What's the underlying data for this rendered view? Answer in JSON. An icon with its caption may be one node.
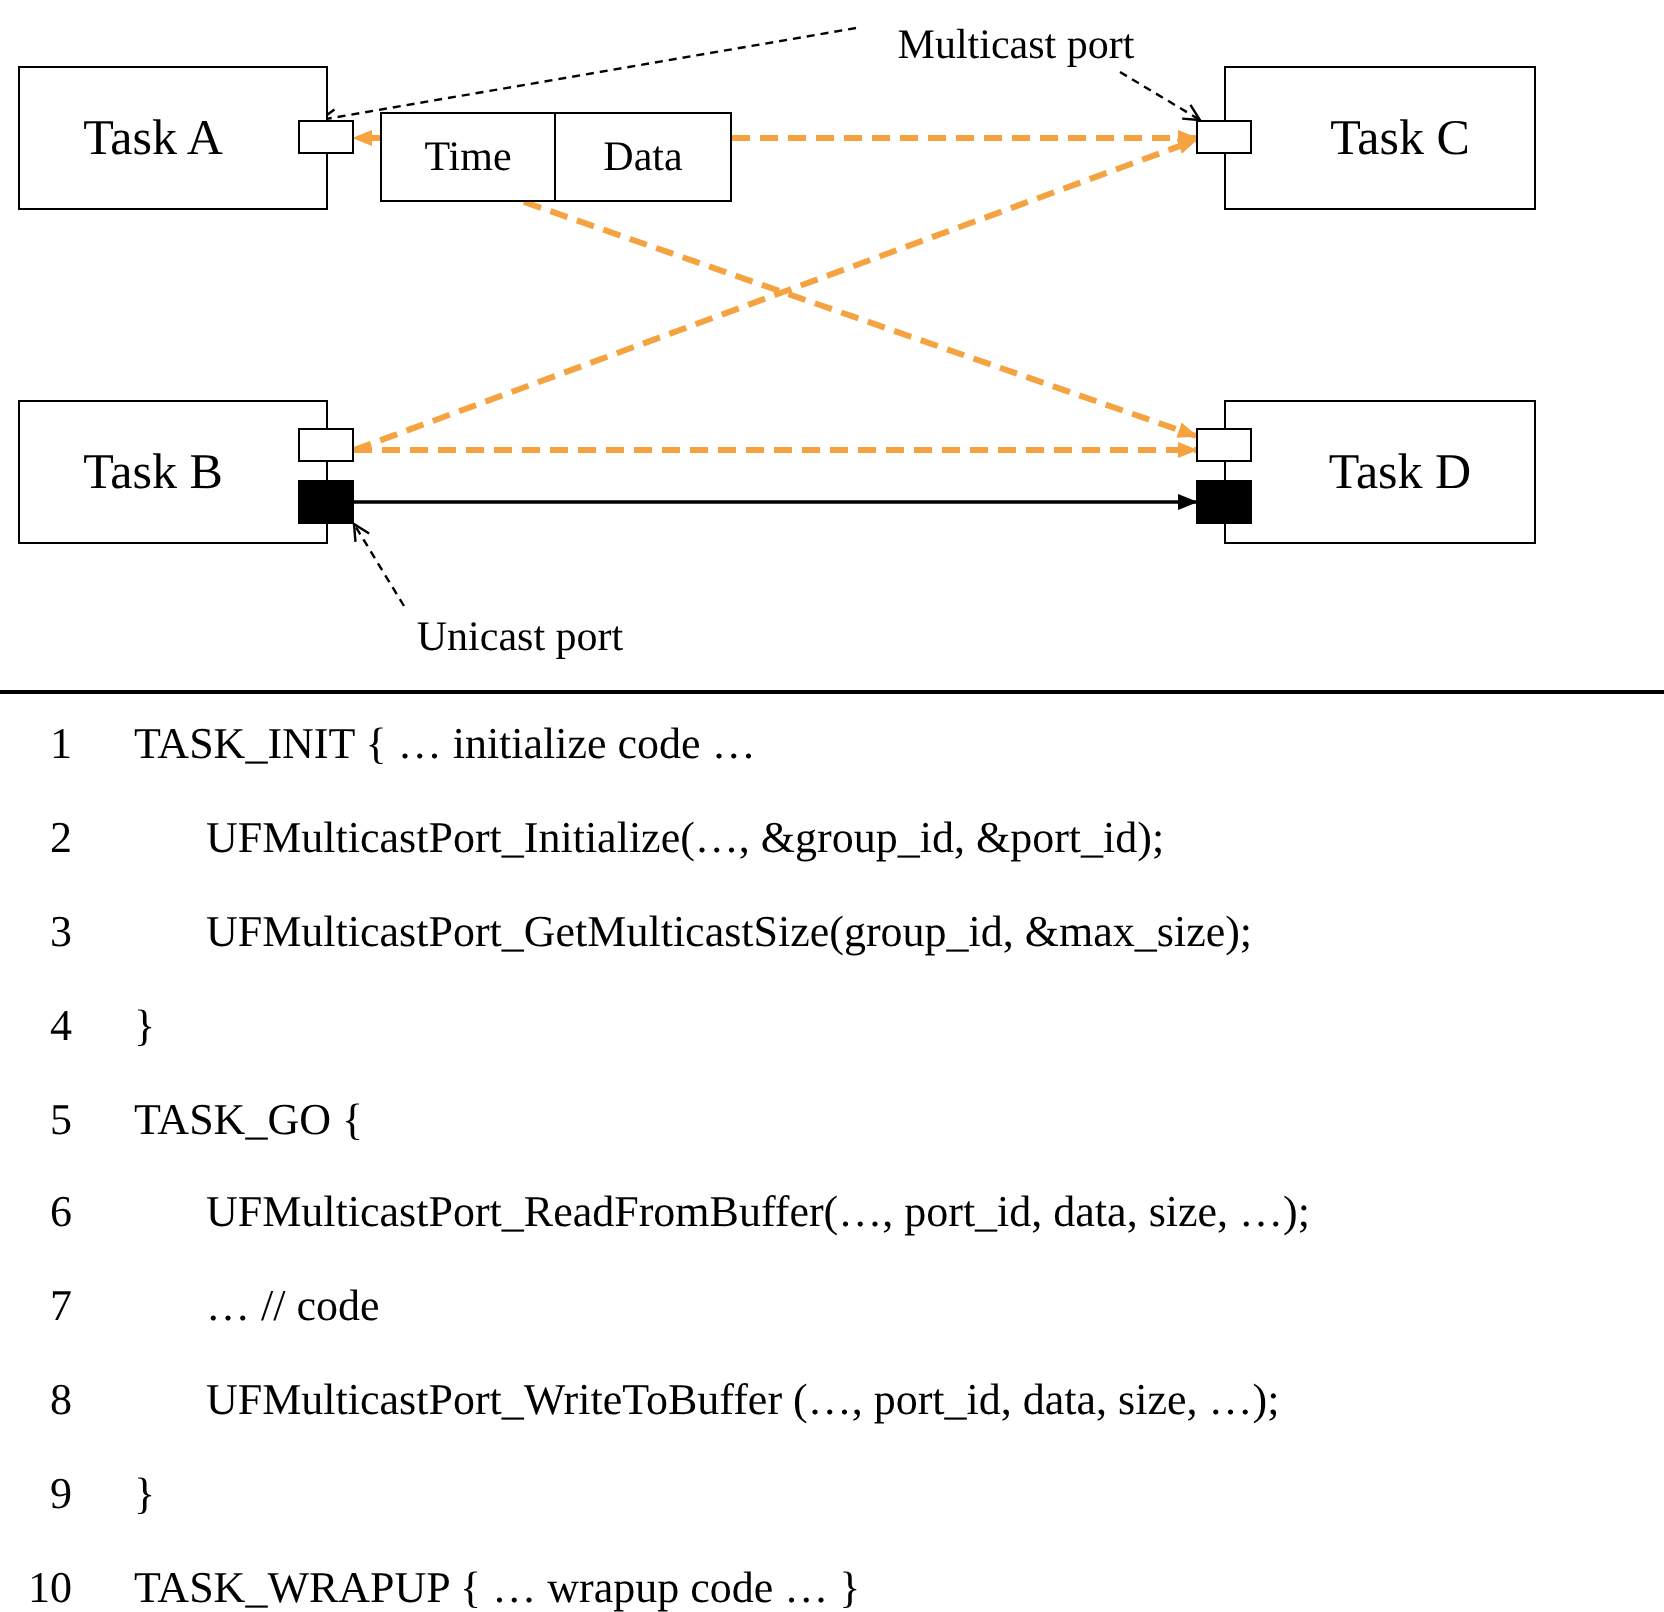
{
  "diagram": {
    "nodes": [
      {
        "text": [
          "Task A"
        ]
      },
      {
        "text": [],
        "shape": "box"
      },
      {
        "text": [
          "Time"
        ]
      },
      {
        "text": [
          "Data"
        ]
      },
      {
        "text": [
          "Multicast port"
        ]
      },
      {
        "text": [
          "Task C"
        ]
      },
      {
        "text": [],
        "shape": "box"
      },
      {
        "text": [
          "Task B"
        ]
      },
      {
        "text": [],
        "shape": "box"
      },
      {
        "text": [],
        "shape": "bar"
      },
      {
        "text": [
          "Task D"
        ]
      },
      {
        "text": [],
        "shape": "box"
      },
      {
        "text": [],
        "shape": "bar"
      },
      {
        "text": [
          "Unicast port"
        ]
      }
    ],
    "edges": [
      {
        "from": 3,
        "to": 6,
        "arrow": "to",
        "style": "dashed"
      },
      {
        "from": 2,
        "to": 1,
        "arrow": "to",
        "style": "dashed"
      },
      {
        "from": 2,
        "to": 11,
        "arrow": "to",
        "style": "dashed"
      },
      {
        "from": 8,
        "to": 6,
        "arrow": "to",
        "style": "dashed"
      },
      {
        "from": 8,
        "to": 11,
        "arrow": "to",
        "style": "dashed"
      },
      {
        "from": 9,
        "to": 12,
        "arrow": "to",
        "color": "#000000"
      },
      {
        "from": 4,
        "to": 1,
        "arrow": "to",
        "style": "dashed",
        "color": "#000000"
      },
      {
        "from": 4,
        "to": 6,
        "arrow": "to",
        "style": "dashed",
        "color": "#000000"
      },
      {
        "from": 13,
        "to": 9,
        "arrow": "to",
        "style": "dashed",
        "color": "#000000"
      }
    ],
    "labels": [
      "1",
      "TASK_INIT { … initialize code …",
      "2",
      "UFMulticastPort_Initialize(…, &group_id, &port_id);",
      "3",
      "UFMulticastPort_GetMulticastSize(group_id, &max_size);",
      "4",
      "}",
      "5",
      "TASK_GO {",
      "6",
      "UFMulticastPort_ReadFromBuffer(…, port_id, data, size, …);",
      "7",
      "… // code",
      "8",
      "UFMulticastPort_WriteToBuffer (…, port_id, data, size, …);",
      "9",
      "}",
      "10",
      "TASK_WRAPUP { … wrapup code … }"
    ]
  }
}
